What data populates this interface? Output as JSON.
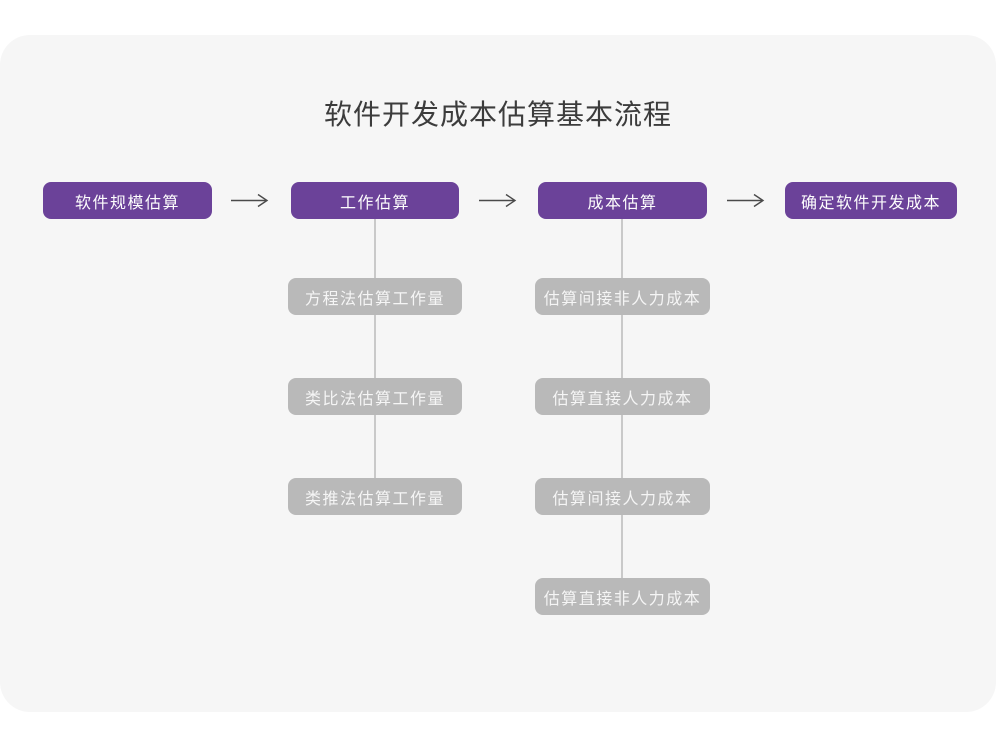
{
  "title": "软件开发成本估算基本流程",
  "flow": {
    "main_nodes": [
      "软件规模估算",
      "工作估算",
      "成本估算",
      "确定软件开发成本"
    ],
    "work_estimation_methods": [
      "方程法估算工作量",
      "类比法估算工作量",
      "类推法估算工作量"
    ],
    "cost_estimation_steps": [
      "估算间接非人力成本",
      "估算直接人力成本",
      "估算间接人力成本",
      "估算直接非人力成本"
    ]
  },
  "icons": {
    "flow_arrow": "→"
  },
  "colors": {
    "primary_node": "#6b4299",
    "sub_node": "#b9b9b9",
    "canvas_background": "#f6f6f6",
    "page_background": "#ffffff",
    "arrow_stroke": "#4a4a4a",
    "connector_line": "#c9c9c9",
    "title_text": "#3c3c3c",
    "node_text": "#ffffff"
  }
}
